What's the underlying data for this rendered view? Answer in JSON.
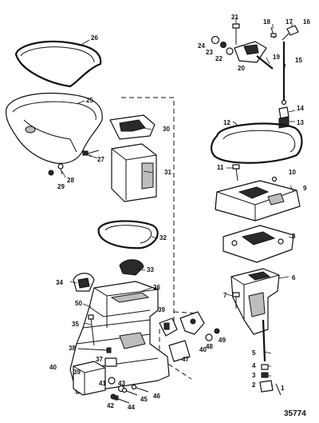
{
  "reference_number": "35774",
  "callouts": {
    "c1": "1",
    "c2": "2",
    "c3": "3",
    "c4": "4",
    "c5": "5",
    "c6": "6",
    "c7": "7",
    "c8": "8",
    "c9": "9",
    "c10": "10",
    "c11": "11",
    "c12": "12",
    "c13": "13",
    "c14": "14",
    "c15": "15",
    "c16": "16",
    "c17": "17",
    "c18": "18",
    "c19": "19",
    "c20": "20",
    "c21": "21",
    "c22": "22",
    "c23": "23",
    "c24": "24",
    "c25": "25",
    "c26": "26",
    "c27": "27",
    "c28": "28",
    "c29": "29",
    "c30": "30",
    "c31": "31",
    "c32": "32",
    "c33": "33",
    "c34": "34",
    "c35": "35",
    "c36": "36",
    "c37": "37",
    "c38": "38",
    "c39a": "39",
    "c39b": "39",
    "c40a": "40",
    "c40b": "40",
    "c41": "41",
    "c42": "42",
    "c43": "43",
    "c44": "44",
    "c45": "45",
    "c46": "46",
    "c47": "47",
    "c48": "48",
    "c49": "49",
    "c50": "50"
  }
}
